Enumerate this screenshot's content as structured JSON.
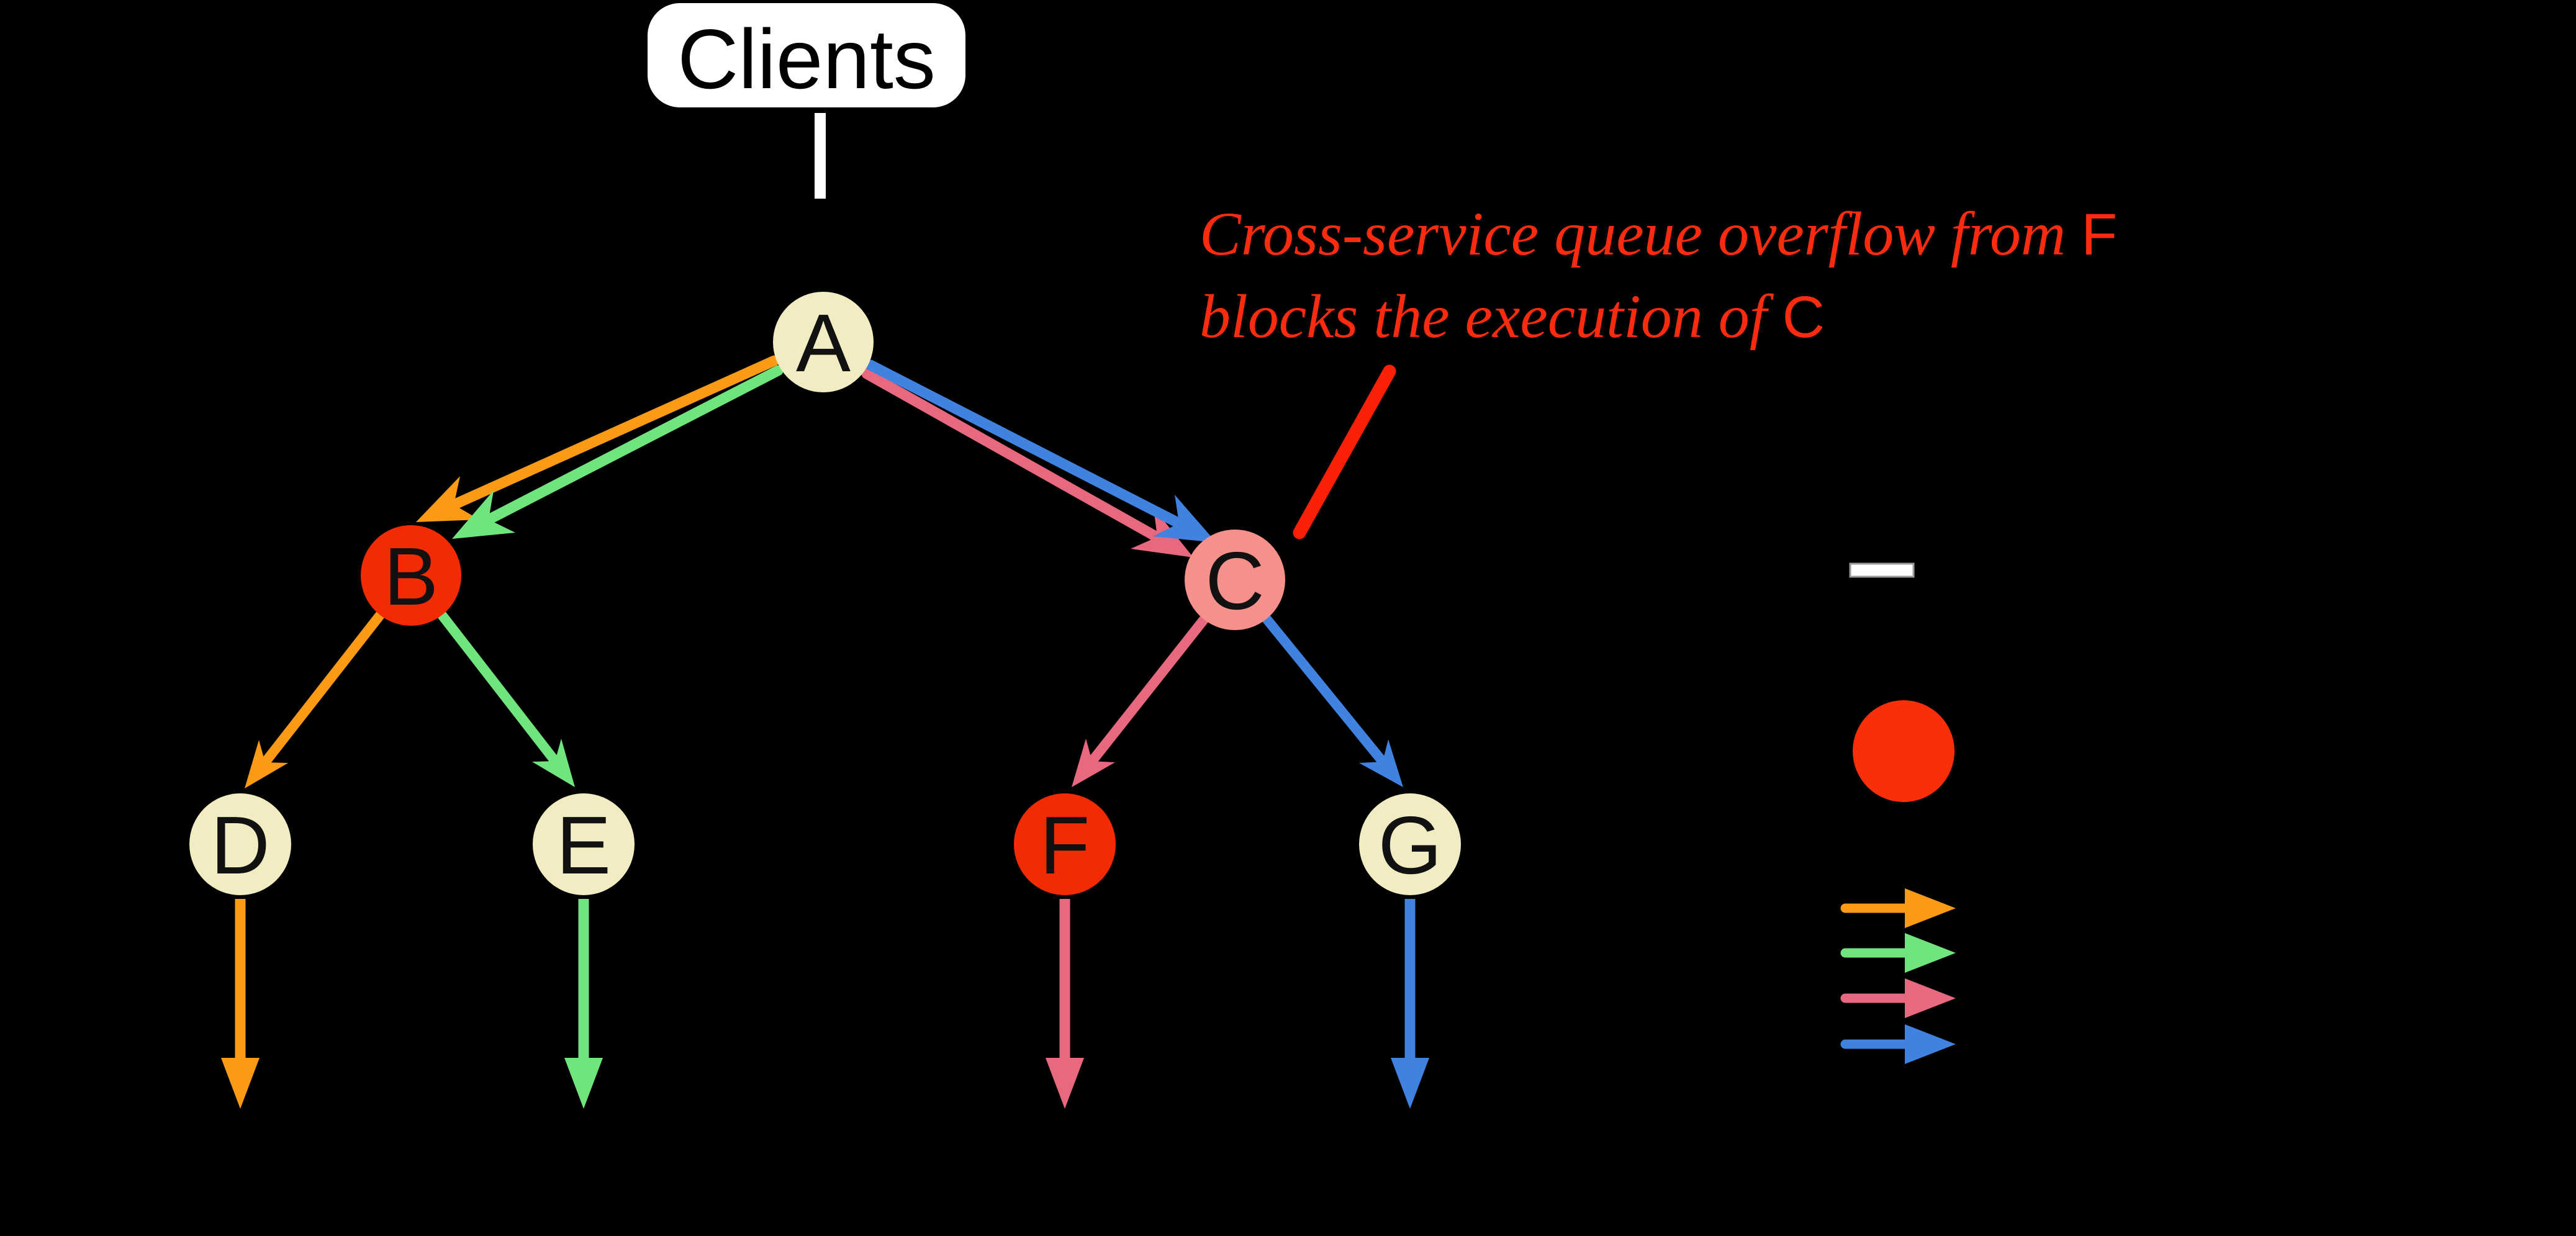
{
  "clients": {
    "label": "Clients"
  },
  "nodes": {
    "A": {
      "label": "A",
      "fill": "#f2ecc2"
    },
    "B": {
      "label": "B",
      "fill": "#f32b02"
    },
    "C": {
      "label": "C",
      "fill": "#f5908a"
    },
    "D": {
      "label": "D",
      "fill": "#f2ecc2"
    },
    "E": {
      "label": "E",
      "fill": "#f2ecc2"
    },
    "F": {
      "label": "F",
      "fill": "#f32b02"
    },
    "G": {
      "label": "G",
      "fill": "#f2ecc2"
    }
  },
  "colors": {
    "orange": "#fb9a14",
    "green": "#70e57e",
    "pink": "#e8697f",
    "blue": "#3f82e0",
    "white": "#ffffff"
  },
  "edges": [
    {
      "from": "Clients",
      "to": "A",
      "color": "white"
    },
    {
      "from": "A",
      "to": "B",
      "color": "orange"
    },
    {
      "from": "A",
      "to": "B",
      "color": "green"
    },
    {
      "from": "A",
      "to": "C",
      "color": "blue"
    },
    {
      "from": "A",
      "to": "C",
      "color": "pink"
    },
    {
      "from": "B",
      "to": "D",
      "color": "orange"
    },
    {
      "from": "B",
      "to": "E",
      "color": "green"
    },
    {
      "from": "C",
      "to": "F",
      "color": "pink"
    },
    {
      "from": "C",
      "to": "G",
      "color": "blue"
    },
    {
      "from": "D",
      "to": "down",
      "color": "orange"
    },
    {
      "from": "E",
      "to": "down",
      "color": "green"
    },
    {
      "from": "F",
      "to": "down",
      "color": "pink"
    },
    {
      "from": "G",
      "to": "down",
      "color": "blue"
    }
  ],
  "annotation": {
    "line1_text": "Cross-service queue overflow from ",
    "line1_node": "F",
    "line2_text": "blocks the execution of ",
    "line2_node": "C",
    "color": "#fb2b10",
    "callout_color": "#fa2008"
  },
  "legend": {
    "dash_color": "#ffffff",
    "dash_border": "#9a9a9a",
    "circle_color": "#fb2e0a",
    "arrow_colors": [
      "#fb9a14",
      "#70e57e",
      "#e8697f",
      "#3f82e0"
    ]
  }
}
